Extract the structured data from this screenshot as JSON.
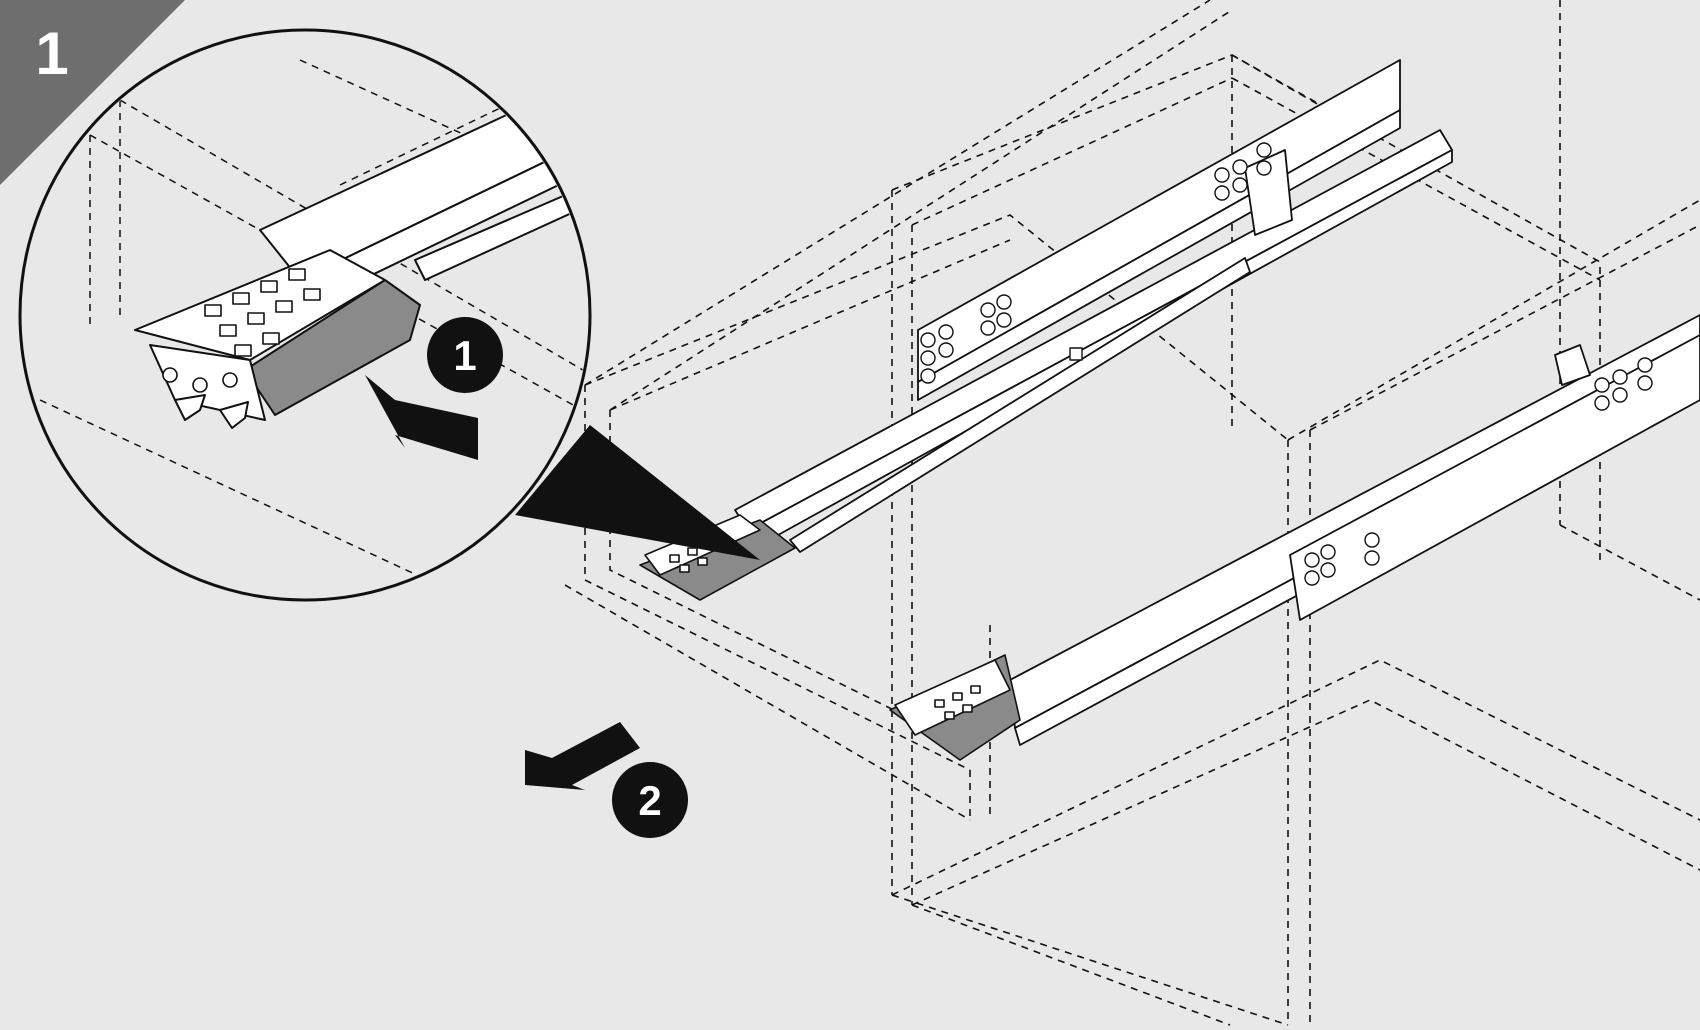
{
  "step": {
    "number": "1"
  },
  "callouts": [
    {
      "label": "1"
    },
    {
      "label": "2"
    }
  ],
  "colors": {
    "background": "#e8e8e8",
    "step_tab": "#6e6e6e",
    "ink": "#111111",
    "part_fill": "#ffffff",
    "clip_fill": "#8a8a8a"
  }
}
